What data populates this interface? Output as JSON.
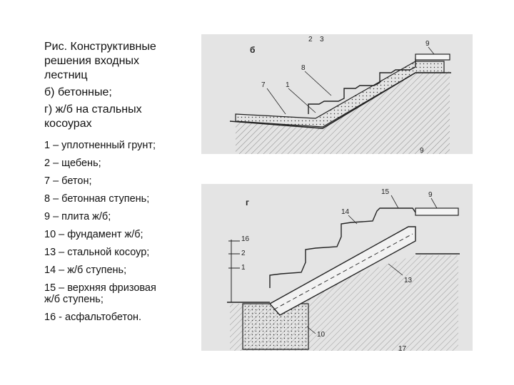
{
  "caption": {
    "title_lines": [
      "Рис. Конструктивные",
      "решения входных",
      "лестниц"
    ],
    "variant_b_lines": [
      "б) бетонные;"
    ],
    "variant_g_lines": [
      "г) ж/б на стальных",
      "косоурах"
    ]
  },
  "legend": [
    [
      "1 – уплотненный грунт;"
    ],
    [
      "2 – щебень;"
    ],
    [
      "7 – бетон;"
    ],
    [
      "8 – бетонная ступень;"
    ],
    [
      "9 – плита ж/б;"
    ],
    [
      "10 – фундамент ж/б;"
    ],
    [
      "13 – стальной косоур;"
    ],
    [
      "14 – ж/б ступень;"
    ],
    [
      "15 – верхняя фризовая",
      "ж/б ступень;"
    ],
    [
      "16 - асфальтобетон."
    ]
  ],
  "figure_b": {
    "letter": "б",
    "callouts": {
      "c2": "2",
      "c3": "3",
      "c9": "9",
      "c8": "8",
      "c7": "7",
      "c1": "1",
      "c9b": "9"
    }
  },
  "figure_g": {
    "letter": "г",
    "callouts": {
      "c15": "15",
      "c9": "9",
      "c14": "14",
      "c16": "16",
      "c2": "2",
      "c1": "1",
      "c13": "13",
      "c10": "10",
      "c17": "17"
    }
  },
  "colors": {
    "figure_bg": "#e4e4e4",
    "ink": "#222222",
    "text": "#111111"
  }
}
